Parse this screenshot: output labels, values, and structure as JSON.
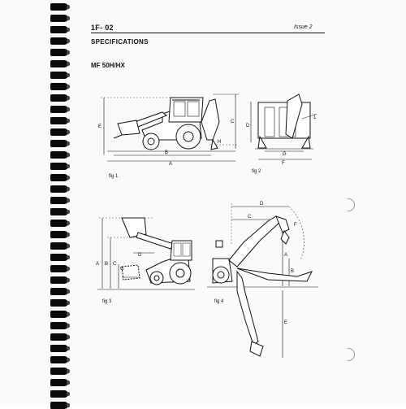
{
  "header": {
    "section": "1F- 02",
    "issue": "Issue 2"
  },
  "title": "SPECIFICATIONS",
  "model": "MF 50H/HX",
  "figures": {
    "fig1": {
      "caption": "fig 1",
      "labels": {
        "E": "E",
        "B": "B",
        "A": "A",
        "C": "C",
        "H": "H"
      }
    },
    "fig2": {
      "caption": "fig 2",
      "labels": {
        "D": "D",
        "G": "G",
        "F": "F",
        "one": "1"
      }
    },
    "fig3": {
      "caption": "fig 3",
      "labels": {
        "A": "A",
        "B": "B",
        "C": "C",
        "G": "G",
        "D": "D"
      }
    },
    "fig4": {
      "caption": "fig 4",
      "labels": {
        "D": "D",
        "C": "C",
        "F": "F",
        "A": "A",
        "B": "B",
        "E": "E"
      }
    }
  }
}
